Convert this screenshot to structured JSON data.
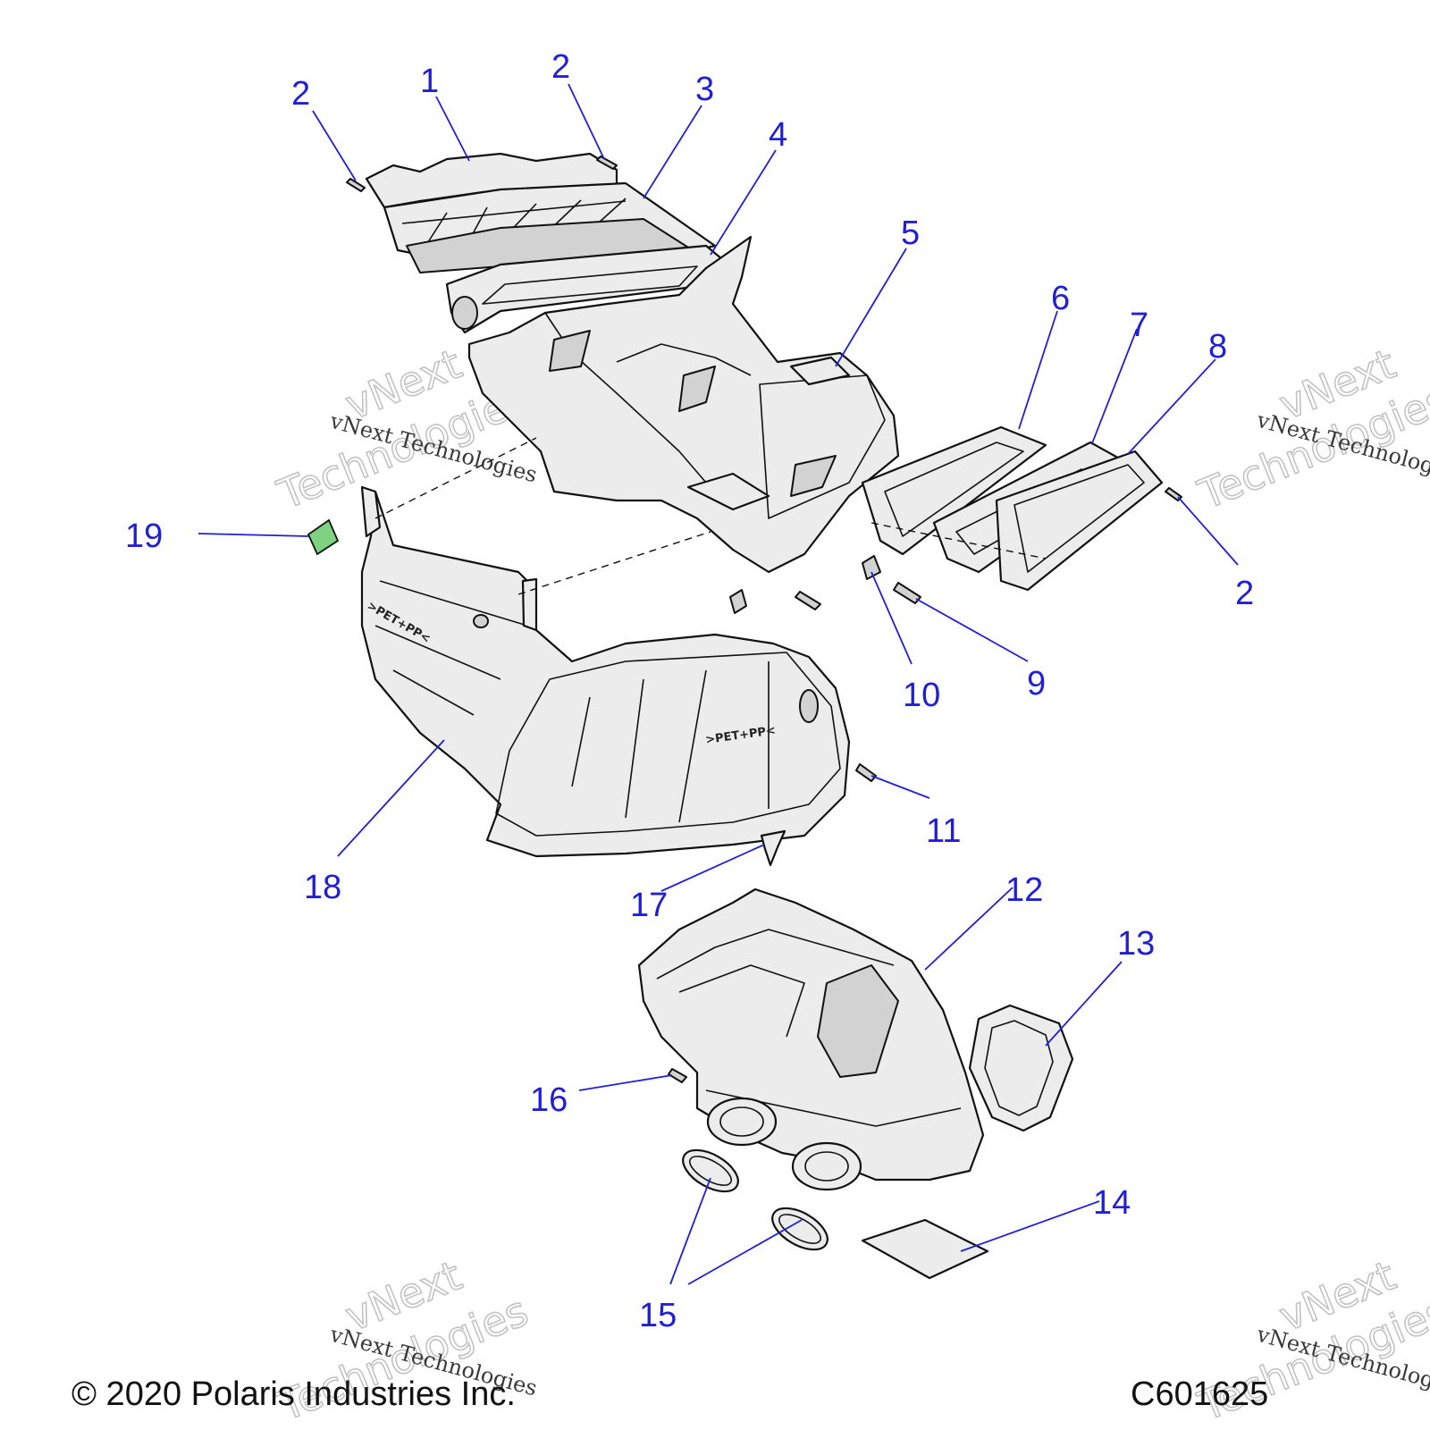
{
  "callouts": {
    "c1": "1",
    "c2a": "2",
    "c2b": "2",
    "c2c": "2",
    "c3": "3",
    "c4": "4",
    "c5": "5",
    "c6": "6",
    "c7": "7",
    "c8": "8",
    "c9": "9",
    "c10": "10",
    "c11": "11",
    "c12": "12",
    "c13": "13",
    "c14": "14",
    "c15": "15",
    "c16": "16",
    "c17": "17",
    "c18": "18",
    "c19": "19"
  },
  "molded_text": {
    "m1": ">PET+PP<",
    "m2": ">PET+PP<"
  },
  "watermark": {
    "brand": "vNext",
    "word": "Technologies",
    "line": "vNext Technologies"
  },
  "footer": {
    "copyright": "© 2020 Polaris Industries Inc.",
    "drawing_number": "C601625"
  },
  "colors": {
    "callout": "#1f1fd6",
    "line_art": "#111111",
    "part_fill": "#ececec",
    "clip_accent": "#7fd27f"
  }
}
